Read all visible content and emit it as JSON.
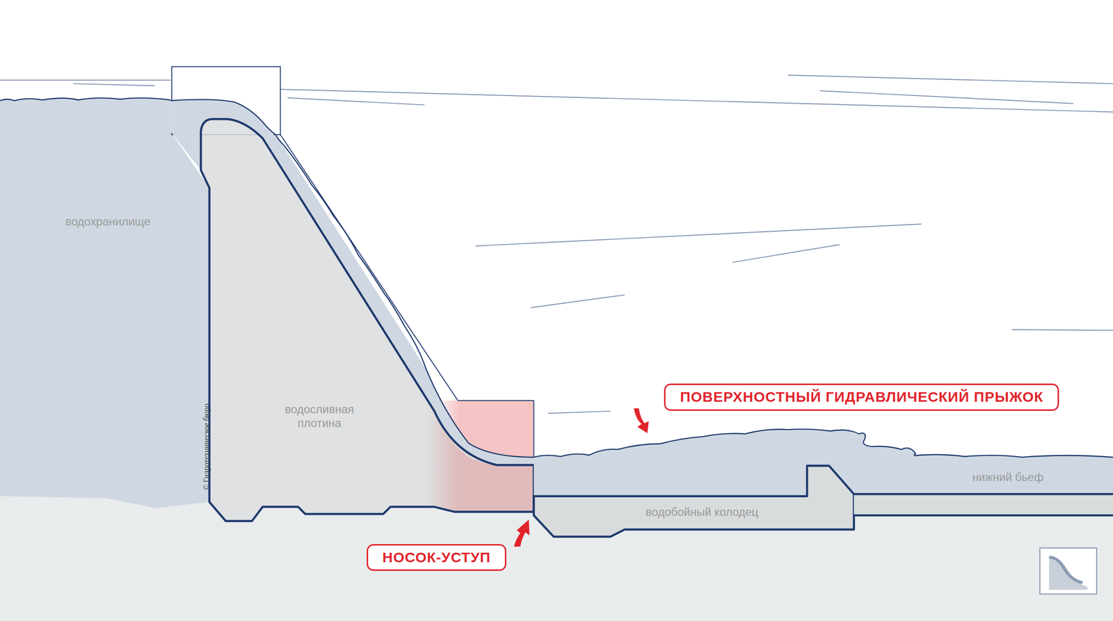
{
  "diagram": {
    "nodes": [
      {
        "text": [
          "ПОВЕРХНОСТНЫЙ ГИДРАВЛИЧЕСКИЙ ПРЫЖОК"
        ]
      },
      {
        "text": [
          "НОСОК-УСТУП"
        ]
      }
    ],
    "labels": [
      "водохранилище",
      "водосливная плотина",
      "© Гидротехническое бюро",
      "водобойный колодец",
      "нижний бьеф"
    ]
  }
}
